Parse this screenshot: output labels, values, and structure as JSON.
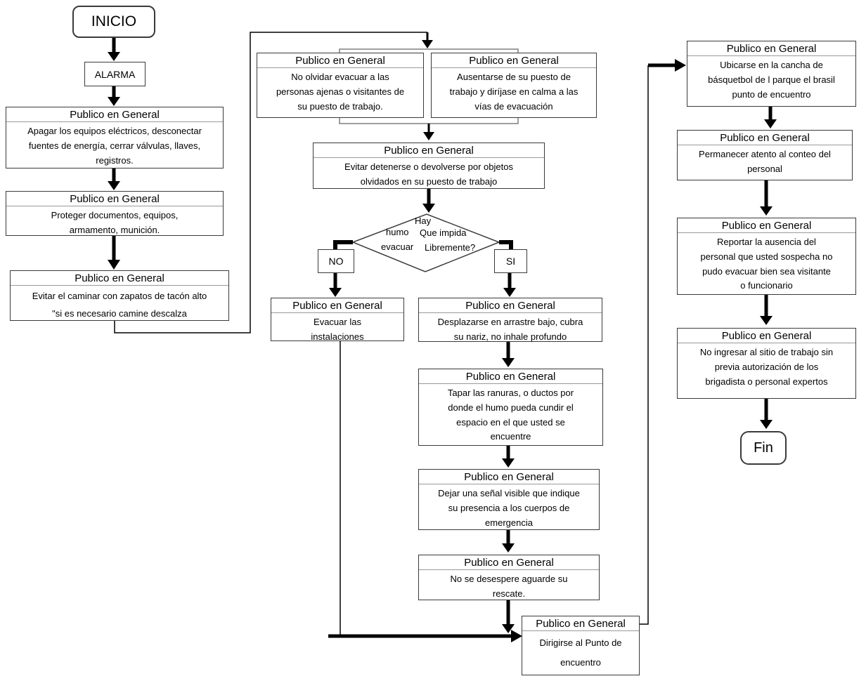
{
  "palette": {
    "background": "#ffffff",
    "box_border": "#3a3a3a",
    "header_separator": "#999999",
    "connector": "#000000",
    "group_bracket": "#7f7f7f"
  },
  "flowchart": {
    "terminators": {
      "start": "INICIO",
      "end": "Fin"
    },
    "alarm_label": "ALARMA",
    "decision": {
      "text_hay": "Hay",
      "text_humo": "humo",
      "text_que_impida": "Que impida",
      "text_evacuar": "evacuar",
      "text_libremente": "Libremente?",
      "no_label": "NO",
      "yes_label": "SI"
    },
    "steps": {
      "apagar": {
        "header": "Publico en General",
        "body": "Apagar los equipos eléctricos, desconectar\nfuentes de energía, cerrar válvulas, llaves,\nregistros."
      },
      "proteger": {
        "header": "Publico en General",
        "body": "Proteger documentos, equipos,\narmamento, munición."
      },
      "evitar_tacon": {
        "header": "Publico en General",
        "body": "Evitar el  caminar con zapatos de tacón alto\n\"si es necesario camine descalza"
      },
      "no_olvidar": {
        "header": "Publico en General",
        "body": "No olvidar evacuar a las\npersonas ajenas o visitantes de\nsu puesto de trabajo."
      },
      "ausentarse": {
        "header": "Publico en General",
        "body": "Ausentarse de su puesto de\ntrabajo y diríjase en calma a las\nvías de evacuación"
      },
      "evitar_detenerse": {
        "header": "Publico en General",
        "body": "Evitar detenerse o devolverse por objetos\nolvidados en su puesto de trabajo"
      },
      "evacuar": {
        "header": "Publico en General",
        "body": "Evacuar las\ninstalaciones"
      },
      "desplazarse": {
        "header": "Publico en General",
        "body": "Desplazarse en arrastre bajo, cubra\nsu nariz, no inhale profundo"
      },
      "tapar": {
        "header": "Publico en General",
        "body": "Tapar las ranuras, o ductos por\ndonde el humo pueda cundir el\nespacio en el que usted se\nencuentre"
      },
      "dejar": {
        "header": "Publico en General",
        "body": "Dejar una señal visible que indique\nsu presencia a los cuerpos de\nemergencia"
      },
      "no_desespere": {
        "header": "Publico en General",
        "body": "No se desespere aguarde su\nrescate."
      },
      "dirigirse": {
        "header": "Publico en General",
        "body": "Dirigirse al Punto de\nencuentro"
      },
      "ubicarse": {
        "header": "Publico en General",
        "body": "Ubicarse en la cancha de\nbásquetbol de l parque el brasil\npunto de encuentro"
      },
      "permanecer": {
        "header": "Publico en General",
        "body": "Permanecer atento al conteo del\npersonal"
      },
      "reportar": {
        "header": "Publico en General",
        "body": "Reportar la ausencia del\npersonal que usted sospecha no\npudo evacuar bien sea visitante\no funcionario"
      },
      "no_ingresar": {
        "header": "Publico en General",
        "body": "No ingresar al sitio de trabajo sin\nprevia autorización de los\nbrigadista o personal expertos"
      }
    }
  }
}
